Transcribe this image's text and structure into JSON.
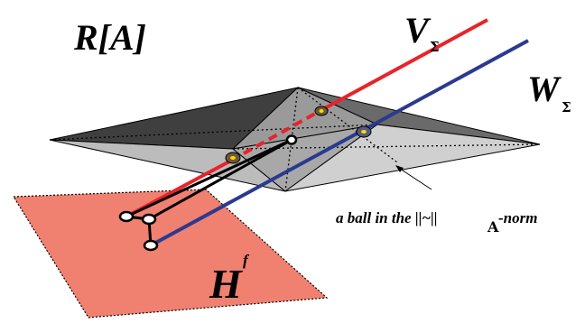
{
  "labels": {
    "ring": "R[A]",
    "v_main": "V",
    "v_sub": "Σ",
    "w_main": "W",
    "w_sub": "Σ",
    "h_main": "H",
    "h_sup": "f",
    "ball_part1": "a ball in the ||~||",
    "ball_sub": "A",
    "ball_part2": " -norm"
  },
  "colors": {
    "v_line": "#e8232b",
    "w_line": "#2b3a8f",
    "plane": "#f08070",
    "ball_dark": "#4a4a4a",
    "ball_mid": "#8c8c8c",
    "ball_light": "#c8c8c8"
  }
}
